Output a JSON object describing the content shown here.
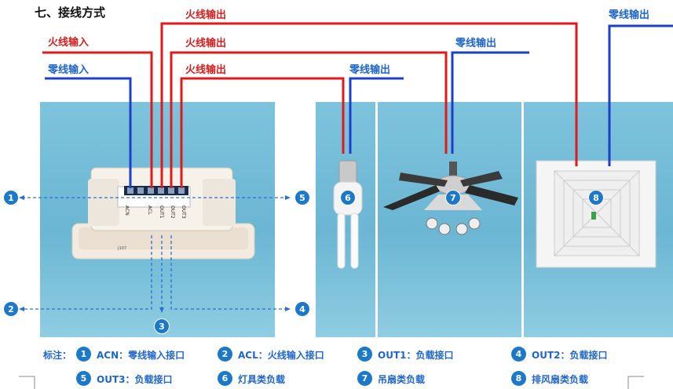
{
  "title": "七、接线方式",
  "labels": {
    "live_in": "火线输入",
    "neutral_in": "零线输入",
    "live_out_1": "火线输出",
    "live_out_2": "火线输出",
    "live_out_3": "火线输出",
    "neutral_out_1": "零线输出",
    "neutral_out_2": "零线输出",
    "neutral_out_3": "零线输出"
  },
  "terminals": [
    "ACN",
    "ACL",
    "OUT1",
    "OUT2",
    "OUT3"
  ],
  "product_text": "J107",
  "badges": [
    "1",
    "2",
    "3",
    "4",
    "5",
    "6",
    "7",
    "8"
  ],
  "legend": {
    "heading": "标注：",
    "items": [
      {
        "num": "1",
        "text": "ACN：零线输入接口"
      },
      {
        "num": "2",
        "text": "ACL：火线输入接口"
      },
      {
        "num": "3",
        "text": "OUT1：负载接口"
      },
      {
        "num": "4",
        "text": "OUT2：负载接口"
      },
      {
        "num": "5",
        "text": "OUT3：负载接口"
      },
      {
        "num": "6",
        "text": "灯具类负载"
      },
      {
        "num": "7",
        "text": "吊扇类负载"
      },
      {
        "num": "8",
        "text": "排风扇类负载"
      }
    ]
  },
  "colors": {
    "live": "#e01a1a",
    "neutral": "#1b3fcc",
    "badge": "#1c78c8",
    "panel": "#74bcd8"
  }
}
